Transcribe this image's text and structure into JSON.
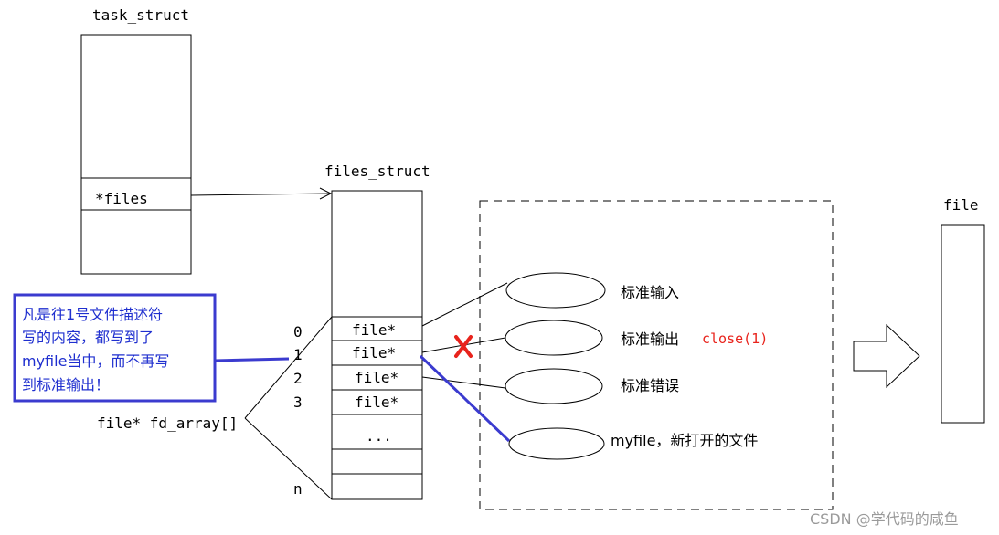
{
  "task_struct": {
    "title": "task_struct",
    "field": "*files"
  },
  "files_struct": {
    "title": "files_struct",
    "indices": [
      "0",
      "1",
      "2",
      "3",
      "n"
    ],
    "slots": [
      "file*",
      "file*",
      "file*",
      "file*",
      "..."
    ],
    "array_label": "file* fd_array[]"
  },
  "files": [
    {
      "label": "标准输入"
    },
    {
      "label": "标准输出"
    },
    {
      "label": "标准错误"
    },
    {
      "label": "myfile，新打开的文件"
    }
  ],
  "close_annotation": "close(1)",
  "file_box": {
    "title": "file"
  },
  "note": {
    "lines": [
      "凡是往1号文件描述符",
      "写的内容，都写到了",
      "myfile当中，而不再写",
      "到标准输出！"
    ]
  },
  "watermark": "CSDN @学代码的咸鱼",
  "colors": {
    "note": "#1f2fcf",
    "close": "#e8231c",
    "cross": "#e8231c",
    "line": "#000000",
    "blue_link": "#3b3bcf",
    "watermark": "#9a9a9a"
  },
  "icons": {
    "cross": "x-mark-icon",
    "arrow": "block-right-arrow-icon"
  }
}
